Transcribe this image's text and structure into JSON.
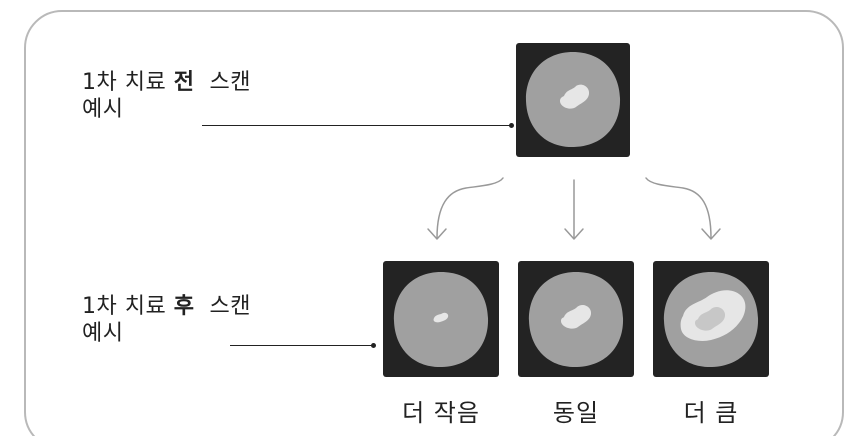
{
  "labels": {
    "before": {
      "line1_prefix": "1차 치료",
      "line1_strong": "전",
      "line1_suffix": "스캔",
      "line2": "예시"
    },
    "after": {
      "line1_prefix": "1차 치료",
      "line1_strong": "후",
      "line1_suffix": "스캔",
      "line2": "예시"
    }
  },
  "outcomes": [
    {
      "label": "더 작음"
    },
    {
      "label": "동일"
    },
    {
      "label": "더 큼"
    }
  ],
  "colors": {
    "scan_background": "#232323",
    "organ_fill": "#a0a0a0",
    "tumor_fill": "#e6e6e6",
    "border": "#b9b9b9",
    "arrow": "#999999"
  }
}
